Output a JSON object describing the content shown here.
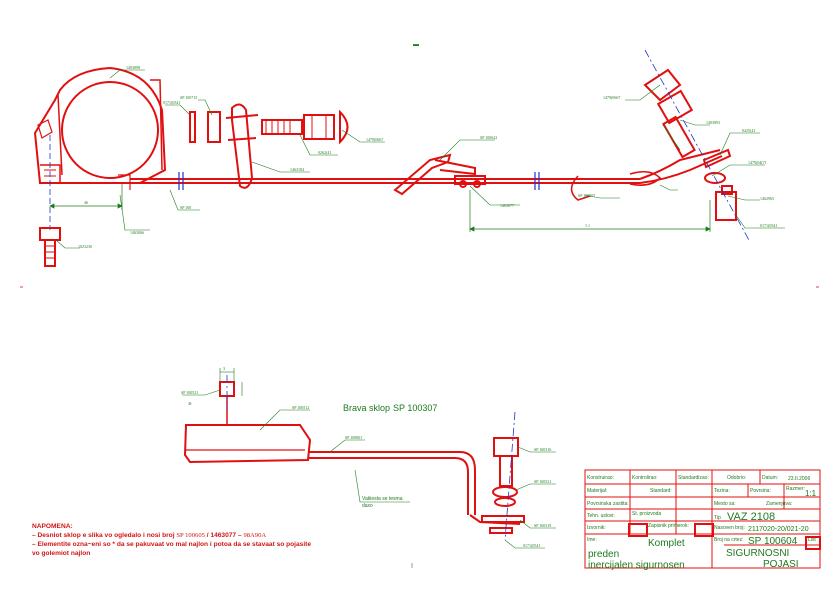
{
  "callouts_top": {
    "c1": "1403898",
    "c2": "SP 100715",
    "c3": "0171(0541",
    "c4": "1479(0667",
    "c5": "0262(41",
    "c6": "1463184",
    "c7": "SP 100622",
    "c8": "1479(0667",
    "c9": "1403893",
    "c10": "0425(41",
    "c11": "1479(04(71",
    "c12": "1462965",
    "c13": "0171(0541",
    "c14": "SP 100507",
    "c15": "1463077",
    "c16": "SP 100",
    "c17": "1463066",
    "c18": "1023230"
  },
  "callouts_bottom": {
    "b1": "SP 100521",
    "b2": "SP 100512",
    "b3": "SP 100801",
    "b4": "SP 100316",
    "b5": "SP 100521",
    "b6": "SP 100319",
    "b7": "0171(0541"
  },
  "dims": {
    "d1": "46",
    "d2": "3",
    "d3": "1.1"
  },
  "lock_title": "Brava sklop",
  "lock_code": "SP 100307",
  "fix_note_1": "Vatiiesta se tesma",
  "fix_note_2": "daxo",
  "note": {
    "head": "NAPOMENA:",
    "line1_a": "– Desniot sklop e slika vo ogledalo i nosi broj",
    "line1_b": "SP 100605",
    "line1_c": "/  1463077  –",
    "line1_d": "98A90A",
    "line2": "– Elementite ozna~eni so * da se pakuvaat vo mal najlon i potoa da se stavaat so pojasite",
    "line3": "vo golemiot najlon"
  },
  "title_block": {
    "r1c1": "Konstruirao:",
    "r1c2": "Kontrolirao:",
    "r1c3": "Standardizao:",
    "r1c4": "Odobrio:",
    "r1c5": "Datum:",
    "r1c5_val": "23.II.2006",
    "r2c1": "Materijal:",
    "r2c2": "Standard:",
    "r2c3": "Tezina:",
    "r2c4": "Povrsina:",
    "r2c5": "Razmer:",
    "r2c5_val": "1:1",
    "r3c1": "Povrsinska zastita:",
    "r3c2": "Mesto sa:",
    "r3c3": "Zamenjuva:",
    "r4c1": "Tehn. uslovi:",
    "r4c2": "St. proizvoda",
    "r4c3": "Tip",
    "r4c3_val": "VAZ 2108",
    "r5c1": "Izvornik:",
    "r5c2": "Zapisnik primerok:",
    "r5c3": "Nasoven broj:",
    "r5c3_val": "2117020-20/021-20",
    "r6c1": "Ime:",
    "r6c1_val1": "Komplet",
    "r6c1_val2": "preden",
    "r6c1_val3": "inercijalen sigurnosen",
    "r6c3": "Broj na crtez:",
    "r6c3_val": "SP 100604",
    "r6c4_val1": "SIGURNOSNI",
    "r6c4_val2": "POJASI",
    "r6c5": "List"
  },
  "colors": {
    "part": "#e01010",
    "leader": "#1f7a1f",
    "axis": "#2233cc",
    "bg": "#ffffff"
  }
}
